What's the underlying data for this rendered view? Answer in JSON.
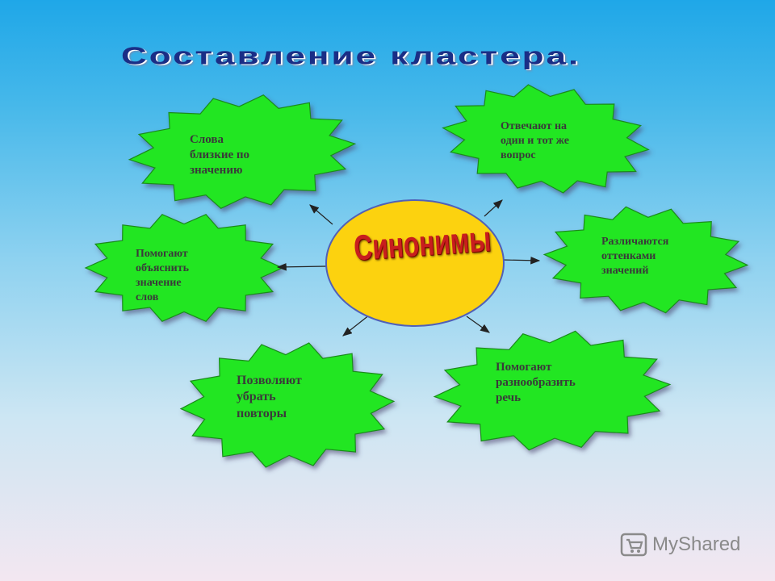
{
  "title": "Составление кластера.",
  "center": "Синонимы",
  "nodes": [
    {
      "id": "similar-meaning",
      "lines": [
        "Слова",
        "близкие по",
        "значению"
      ]
    },
    {
      "id": "same-question",
      "lines": [
        "Отвечают на",
        "один и тот же",
        "вопрос"
      ]
    },
    {
      "id": "explain-meaning",
      "lines": [
        "Помогают",
        "объяснить",
        "значение",
        "слов"
      ]
    },
    {
      "id": "shades",
      "lines": [
        "Различаются",
        "оттенками",
        "значений"
      ]
    },
    {
      "id": "avoid-repeats",
      "lines": [
        "Позволяют",
        "убрать",
        "повторы"
      ]
    },
    {
      "id": "diversify",
      "lines": [
        "Помогают",
        "разнообразить",
        "речь"
      ]
    }
  ],
  "colors": {
    "burst_fill": "#22e622",
    "burst_stroke": "#1a8a1a",
    "center_fill": "#fcd20f",
    "center_stroke": "#5060b8",
    "title": "#1a2e86",
    "center_text": "#c81e1e"
  },
  "watermark": {
    "text": "MyShared",
    "icon": "shopping-cart-icon"
  }
}
